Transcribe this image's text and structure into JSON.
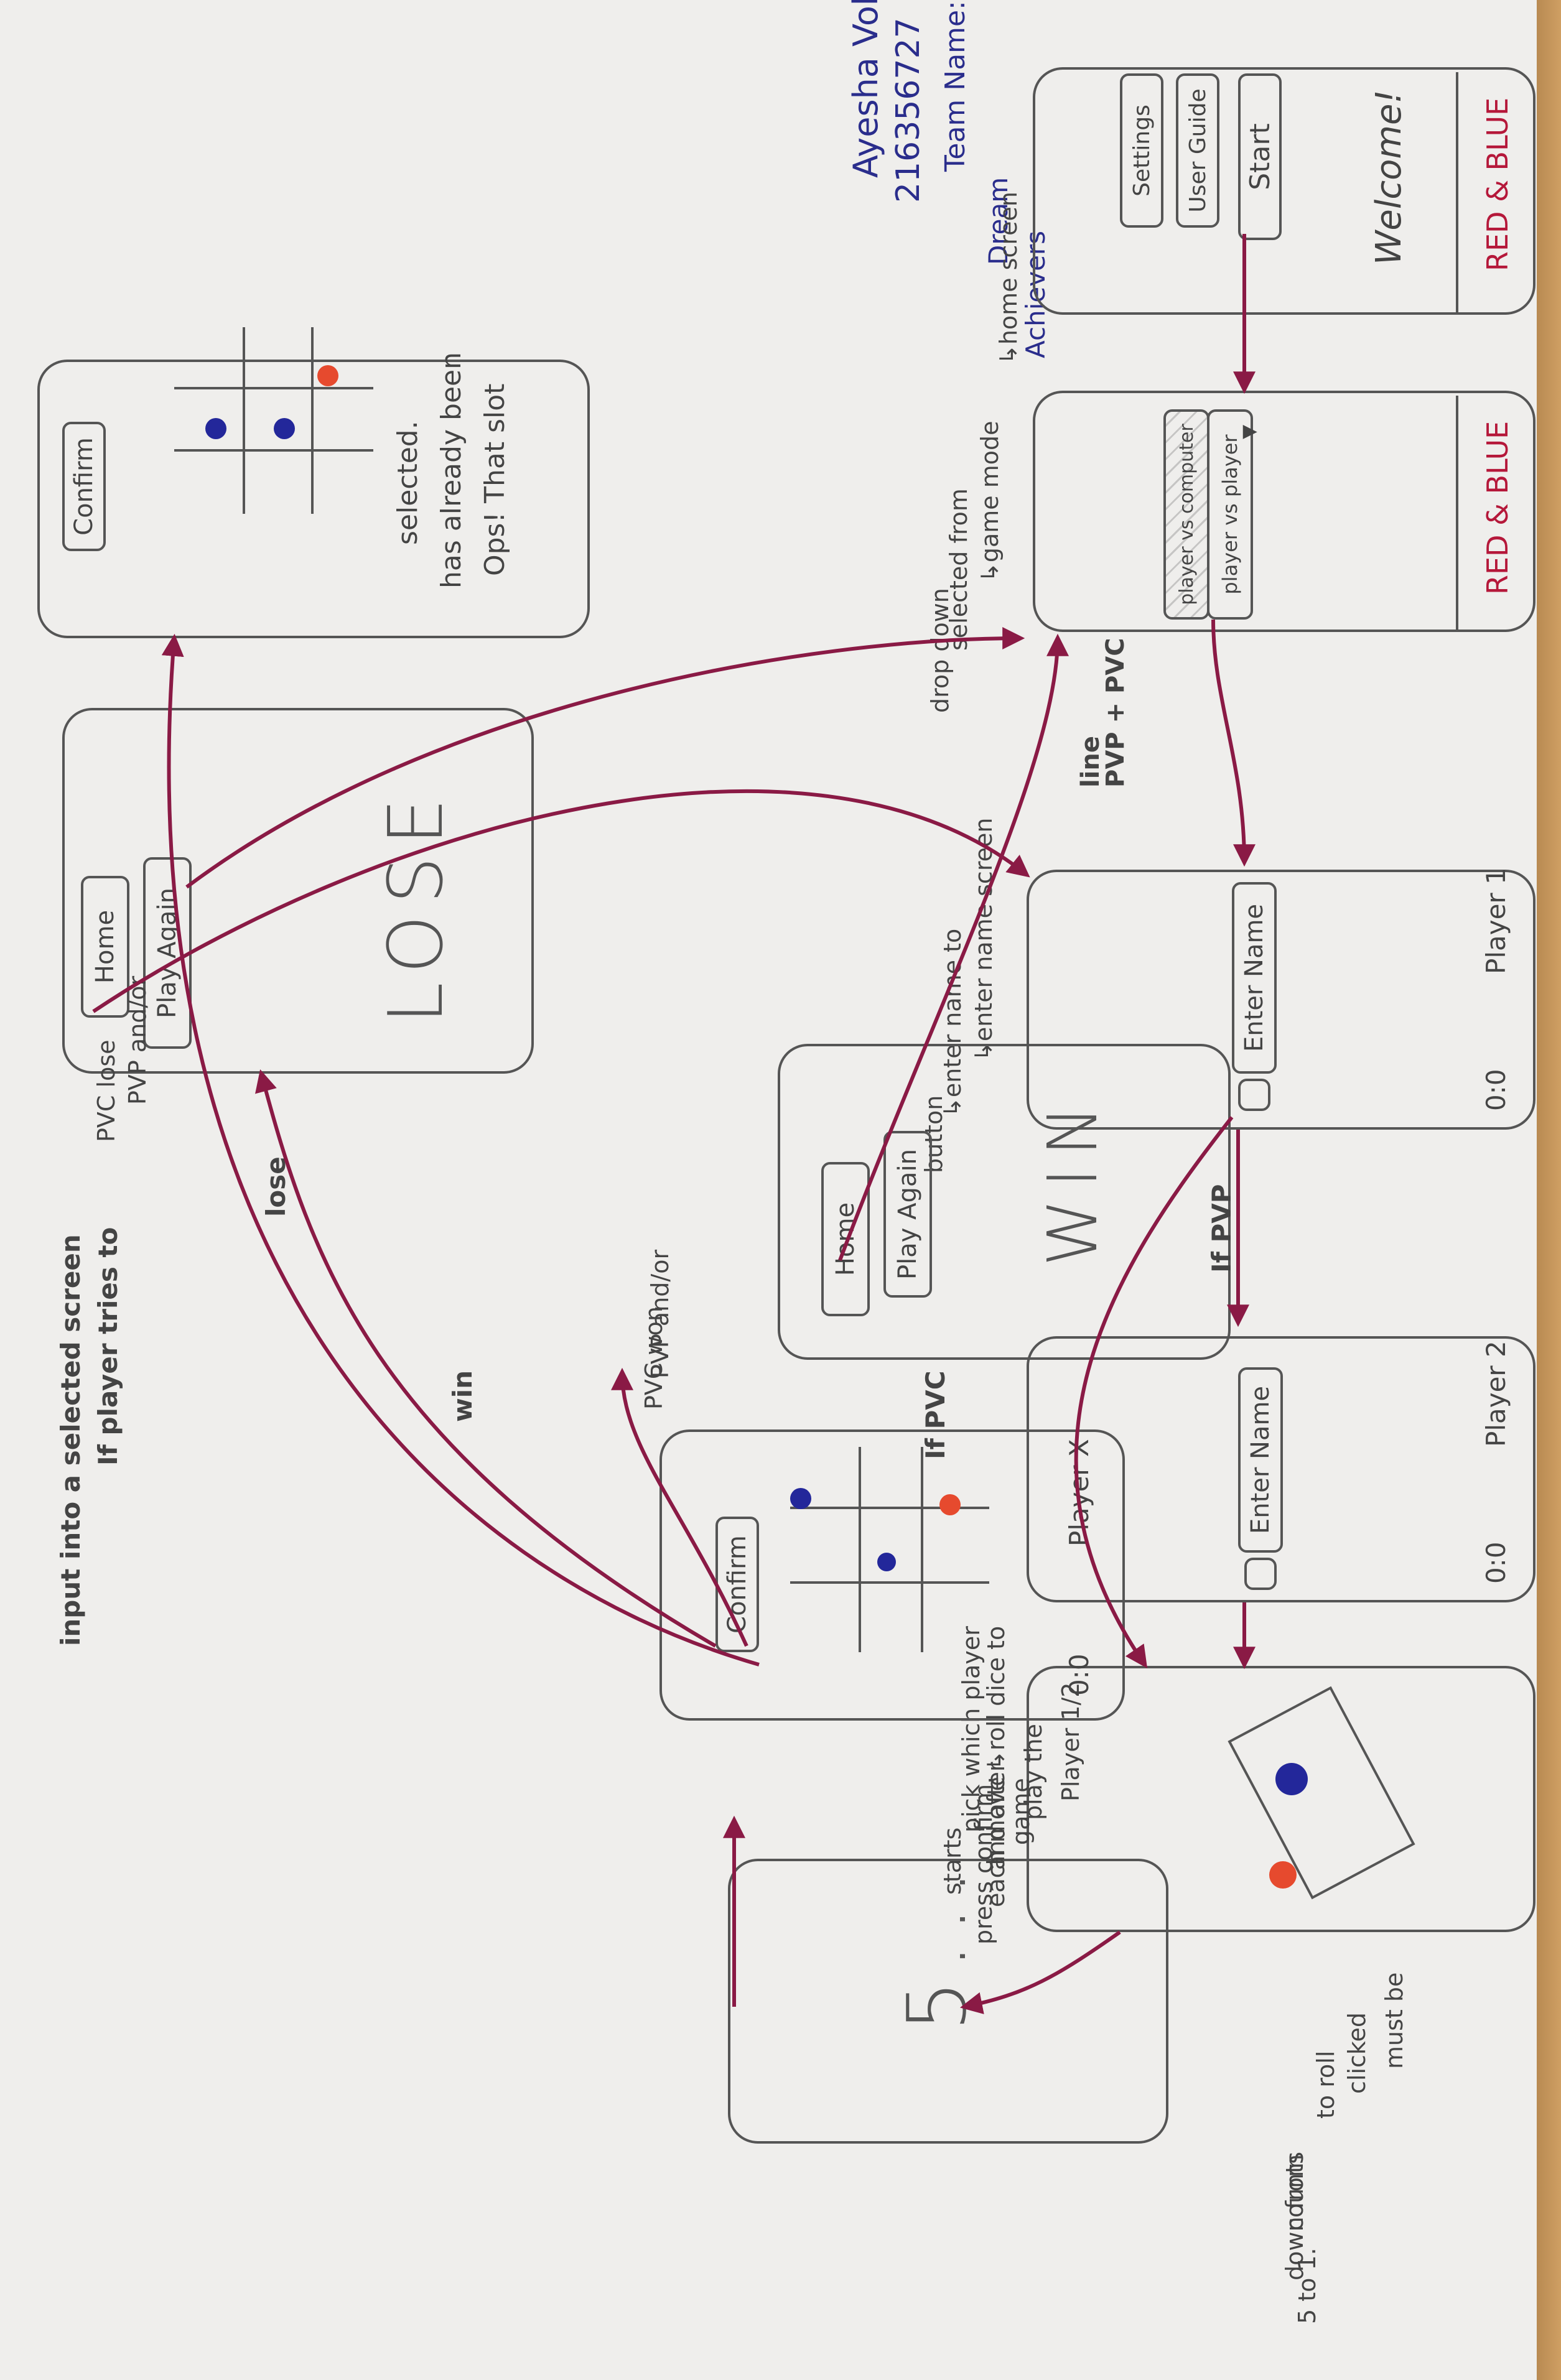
{
  "credits": {
    "name": "Ayesha Vohra",
    "student_id": "216356727",
    "team_label": "Team Name:",
    "team_name_1": "Dream",
    "team_name_2": "Achievers"
  },
  "home": {
    "title": "RED & BLUE",
    "welcome": "Welcome!",
    "start": "Start",
    "user_guide": "User Guide",
    "settings": "Settings",
    "caption": "↳home screen"
  },
  "mode": {
    "title": "RED & BLUE",
    "option_1": "player vs player",
    "option_2": "player vs computer",
    "caption_1": "↳game mode",
    "caption_2": "selected from",
    "caption_3": "drop down"
  },
  "error": {
    "message_1": "Ops! That slot",
    "message_2": "has already been",
    "message_3": "selected.",
    "confirm": "Confirm"
  },
  "p1": {
    "header": "Player 1",
    "score": "0:0",
    "field": "Enter Name",
    "caption_1": "↳enter name screen",
    "caption_2": "↳enter name to",
    "caption_3": "button"
  },
  "p2": {
    "header": "Player 2",
    "score": "0:0",
    "field": "Enter Name"
  },
  "dice": {
    "caption_1": "↳roll dice to",
    "caption_2": "pick which player",
    "caption_3": "starts",
    "note_1": "must be",
    "note_2": "clicked",
    "note_3": "to roll"
  },
  "countdown": {
    "display": "5...",
    "caption_1": "counts",
    "caption_2": "down from",
    "caption_3": "5 to 1."
  },
  "game": {
    "header": "Player X",
    "score": "0:0",
    "confirm": "Confirm",
    "caption_1": "Player 1/2",
    "caption_2": "play the",
    "caption_3": "game",
    "caption_4": "and after",
    "caption_5": "each move",
    "caption_6": "press confirm."
  },
  "win": {
    "title": "WIN",
    "play_again": "Play Again",
    "home": "Home",
    "caption_1": "PVP and/or",
    "caption_2": "PVC won"
  },
  "lose": {
    "title": "LOSE",
    "play_again": "Play Again",
    "home": "Home",
    "caption_1": "PVP and/or",
    "caption_2": "PVC lose"
  },
  "labels": {
    "pvp_pvc_1": "PVP + PVC",
    "pvp_pvc_2": "line",
    "if_pvp": "If PVP",
    "if_pvc": "If PVC",
    "win": "win",
    "lose": "lose",
    "bottom_1": "If player tries to",
    "bottom_2": "input into a selected screen"
  },
  "colors": {
    "paper": "#efeeec",
    "desk": "#c79a5e",
    "arrow": "#8a1a45",
    "red": "#e64a2e",
    "blue": "#23279a"
  }
}
